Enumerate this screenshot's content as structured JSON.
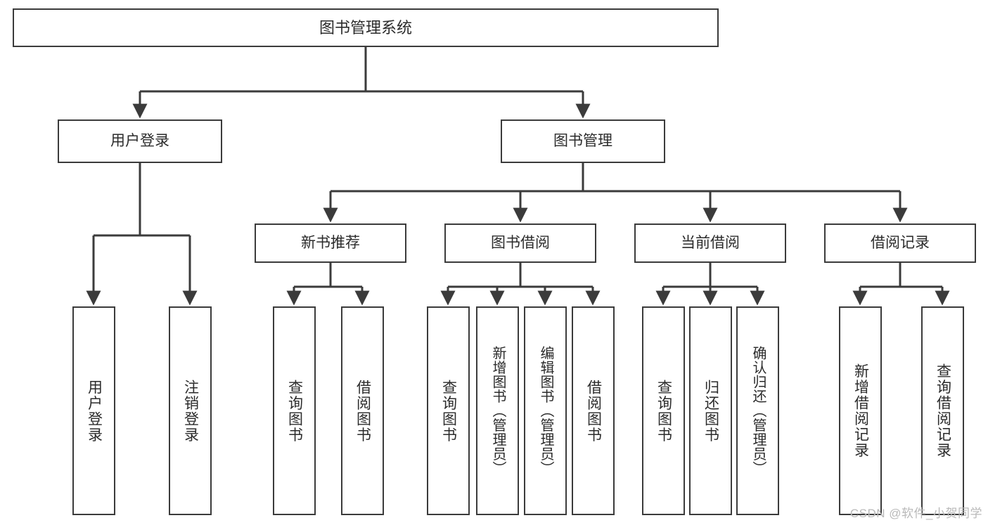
{
  "diagram": {
    "title": "图书管理系统",
    "root": {
      "label": "图书管理系统"
    },
    "level1": [
      {
        "label": "用户登录"
      },
      {
        "label": "图书管理"
      }
    ],
    "level2": [
      {
        "label": "新书推荐"
      },
      {
        "label": "图书借阅"
      },
      {
        "label": "当前借阅"
      },
      {
        "label": "借阅记录"
      }
    ],
    "leaves": {
      "user_login": [
        {
          "label": "用户登录"
        },
        {
          "label": "注销登录"
        }
      ],
      "new_book_recommend": [
        {
          "label": "查询图书"
        },
        {
          "label": "借阅图书"
        }
      ],
      "book_borrow": [
        {
          "label": "查询图书"
        },
        {
          "label": "新增图书（管理员）"
        },
        {
          "label": "编辑图书（管理员）"
        },
        {
          "label": "借阅图书"
        }
      ],
      "current_borrow": [
        {
          "label": "查询图书"
        },
        {
          "label": "归还图书"
        },
        {
          "label": "确认归还（管理员）"
        }
      ],
      "borrow_record": [
        {
          "label": "新增借阅记录"
        },
        {
          "label": "查询借阅记录"
        }
      ]
    }
  },
  "watermark": {
    "text": "CSDN @软件_小贺同学"
  },
  "colors": {
    "stroke": "#3b3b3b",
    "box_fill": "#ffffff",
    "text": "#2b2b2b",
    "watermark": "#b9b9b9",
    "background": "#ffffff"
  }
}
